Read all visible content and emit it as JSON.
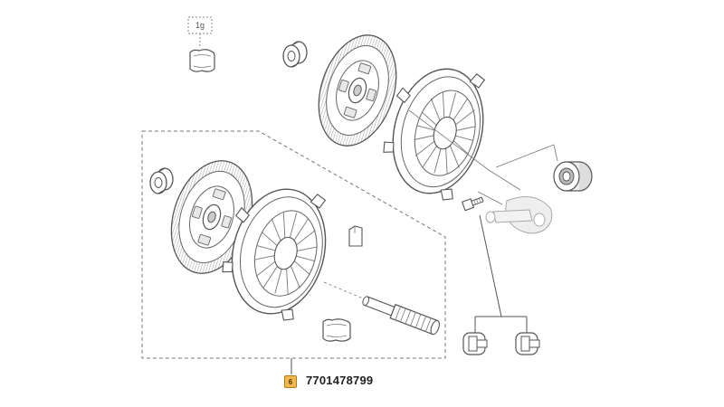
{
  "diagram": {
    "quantity_label": "1g",
    "kit_reference_marker": "6",
    "kit_part_number": "7701478799",
    "colors": {
      "line": "#555555",
      "dash": "#777777",
      "badge_fill": "#f2b84b",
      "badge_border": "#b07a1a"
    },
    "icons": {
      "washer": "washer-icon",
      "clutch_disc": "clutch-disc-icon",
      "pressure_plate": "pressure-plate-icon",
      "release_bearing": "release-bearing-icon",
      "release_fork": "release-fork-icon",
      "bolt": "bolt-icon",
      "grease_sachet": "grease-sachet-icon",
      "small_bag": "small-bag-icon",
      "alignment_tool": "alignment-tool-icon",
      "bolt_variant": "bolt-variant-icon"
    }
  }
}
